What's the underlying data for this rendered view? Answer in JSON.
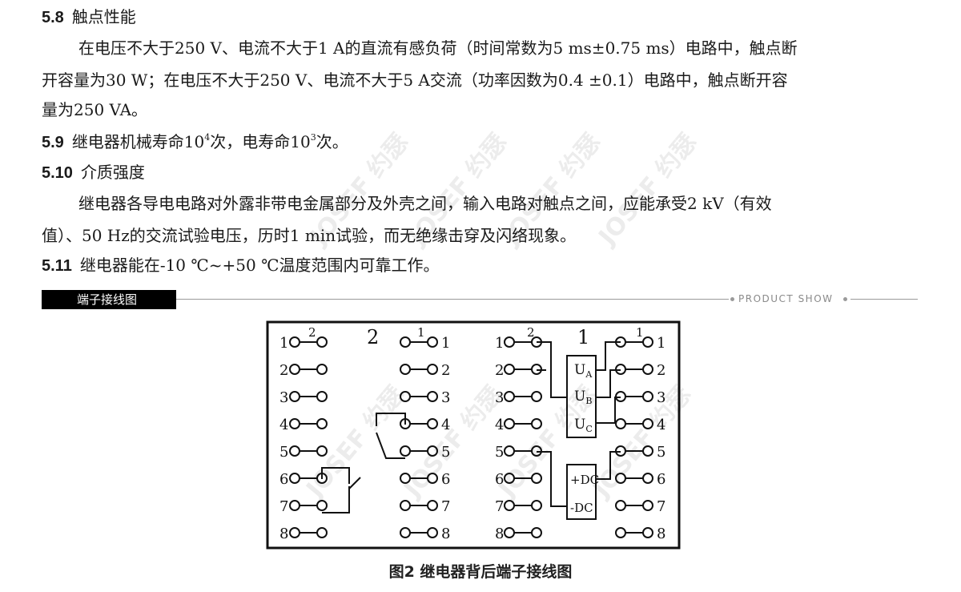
{
  "sections": {
    "s58": {
      "num": "5.8",
      "title": "触点性能",
      "p1": "在电压不大于250 V、电流不大于1 A的直流有感负荷（时间常数为5 ms±0.75 ms）电路中，触点断",
      "p2": "开容量为30 W；在电压不大于250 V、电流不大于5 A交流（功率因数为0.4 ±0.1）电路中，触点断开容",
      "p3": "量为250 VA。"
    },
    "s59": {
      "num": "5.9",
      "a": "继电器机械寿命10",
      "exp1": "4",
      "b": "次，电寿命10",
      "exp2": "3",
      "c": "次。"
    },
    "s510": {
      "num": "5.10",
      "title": "介质强度",
      "p1": "继电器各导电电路对外露非带电金属部分及外壳之间，输入电路对触点之间，应能承受2 kV（有效",
      "p2": "值）、50 Hz的交流试验电压，历时1 min试验，而无绝缘击穿及闪络现象。"
    },
    "s511": {
      "num": "5.11",
      "text": "继电器能在-10 ℃~+50 ℃温度范围内可靠工作。"
    }
  },
  "section_bar": {
    "label": "端子接线图",
    "tag": "PRODUCT SHOW"
  },
  "diagram": {
    "group2_title": "2",
    "group1_title": "1",
    "pin_numbers": [
      "1",
      "2",
      "3",
      "4",
      "5",
      "6",
      "7",
      "8"
    ],
    "contact_label_2": "2",
    "contact_label_1": "1",
    "ua": "U",
    "ua_sub": "A",
    "ub": "U",
    "ub_sub": "B",
    "uc": "U",
    "uc_sub": "C",
    "dc_pos": "+DC",
    "dc_neg": "-DC"
  },
  "watermark": "JOSEF 约瑟",
  "caption": "图2  继电器背后端子接线图"
}
